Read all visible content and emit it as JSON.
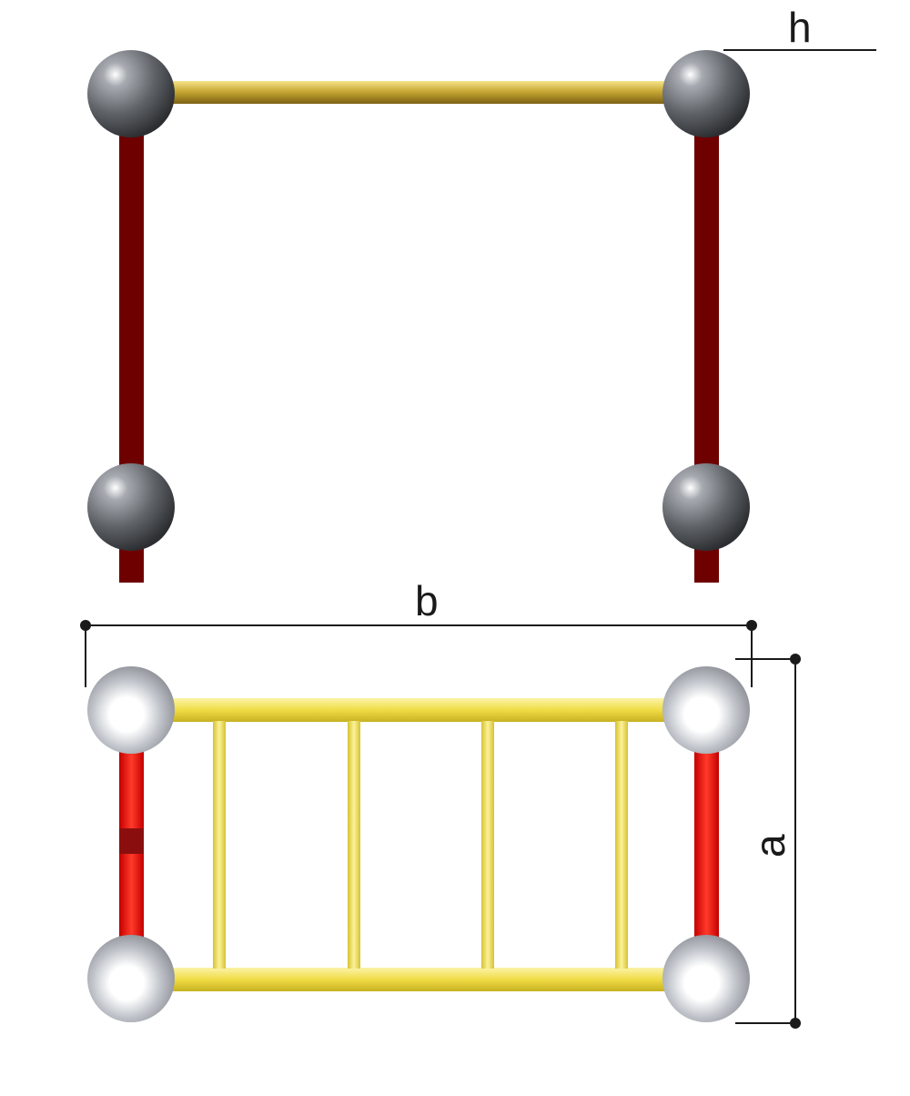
{
  "labels": {
    "h": "h",
    "b": "b",
    "a": "a"
  },
  "colors": {
    "background": "#ffffff",
    "dark_post": "#6e0000",
    "dark_crossbar": "#b8a22e",
    "bright_post": "#e81414",
    "bright_rail": "#f2e14a",
    "sphere_dark": "#6a6d72",
    "sphere_light": "#b7bcc4",
    "dimension_line": "#1a1a1a"
  },
  "views": {
    "front_view": {
      "rungs_visible": 0
    },
    "top_view": {
      "rungs_visible": 4
    }
  }
}
